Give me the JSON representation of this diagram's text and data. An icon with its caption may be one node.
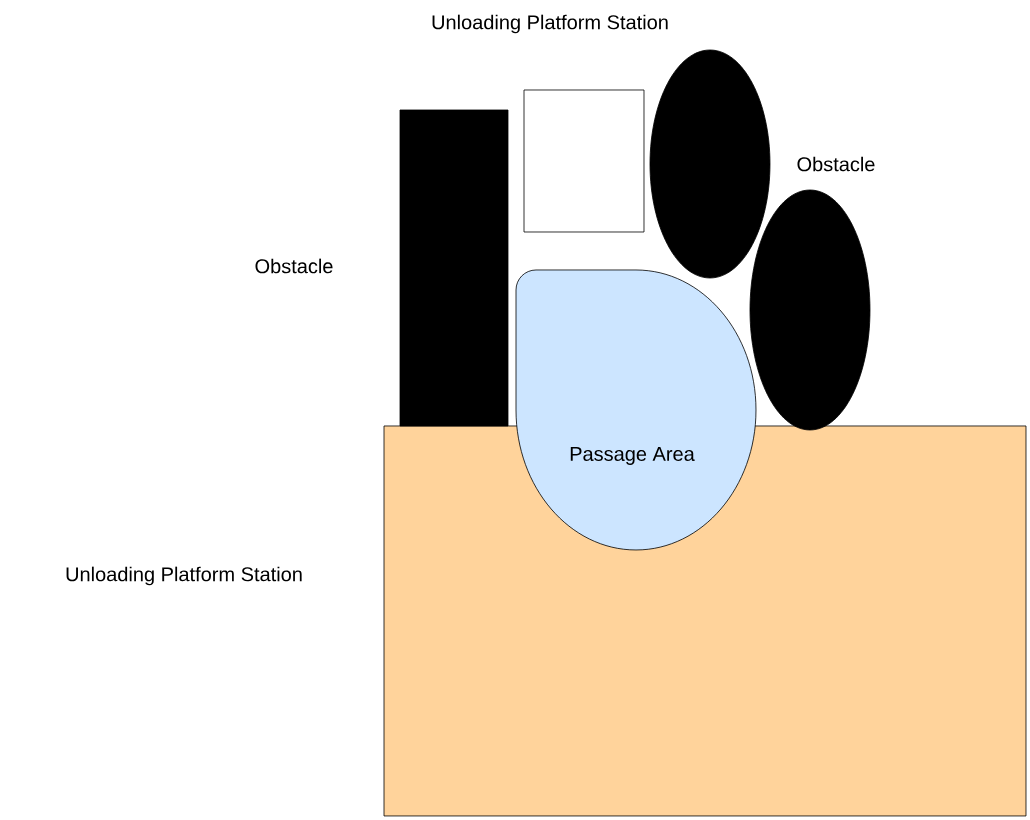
{
  "diagram": {
    "nodes": [
      {
        "text": [
          "Unloading Platform Station"
        ]
      },
      {
        "text": [
          "Unloading Platform Station"
        ]
      },
      {
        "text": [
          "Obstacle"
        ]
      },
      {
        "text": [
          "Obstacle"
        ]
      },
      {
        "text": [],
        "shape": "ellipse"
      },
      {
        "text": [
          "Passage Area"
        ]
      }
    ]
  }
}
